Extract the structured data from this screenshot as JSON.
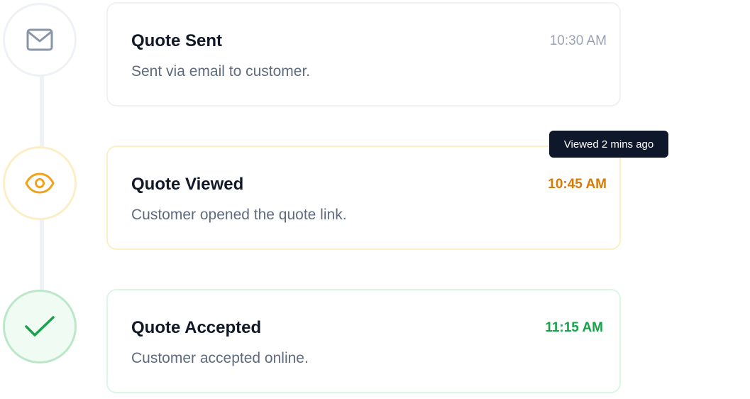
{
  "timeline": {
    "events": [
      {
        "title": "Quote Sent",
        "description": "Sent via email to customer.",
        "time": "10:30 AM",
        "icon": "mail-icon",
        "color": "#94a3b8"
      },
      {
        "title": "Quote Viewed",
        "description": "Customer opened the quote link.",
        "time": "10:45 AM",
        "icon": "eye-icon",
        "color": "#d97706",
        "tooltip": "Viewed 2 mins ago"
      },
      {
        "title": "Quote Accepted",
        "description": "Customer accepted online.",
        "time": "11:15 AM",
        "icon": "check-icon",
        "color": "#16a34a"
      }
    ]
  }
}
